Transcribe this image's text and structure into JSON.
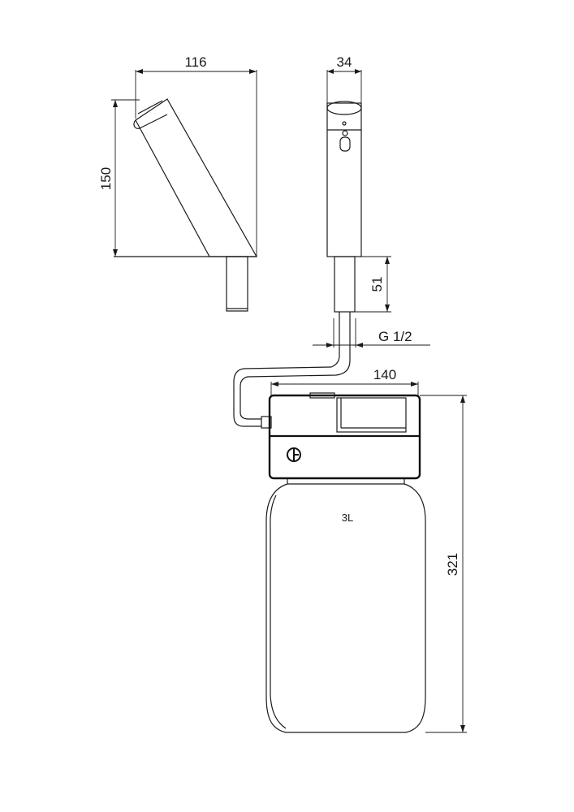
{
  "dimensions": {
    "spout_projection": "116",
    "spout_height": "150",
    "spout_width": "34",
    "shank_length": "51",
    "connection_thread": "G 1/2",
    "tank_width": "140",
    "tank_height": "321"
  },
  "bottle": {
    "capacity_label": "3L"
  }
}
